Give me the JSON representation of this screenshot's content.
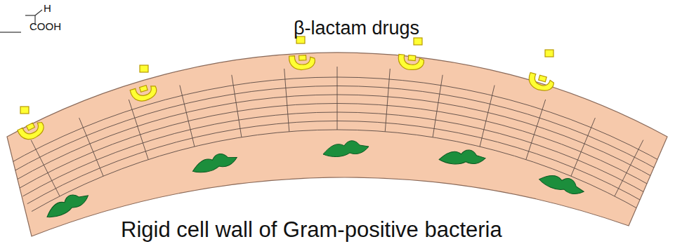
{
  "diagram": {
    "labels": [
      "H",
      "COOH",
      "β-lactam drugs",
      "Rigid cell wall of Gram-positive bacteria"
    ]
  }
}
